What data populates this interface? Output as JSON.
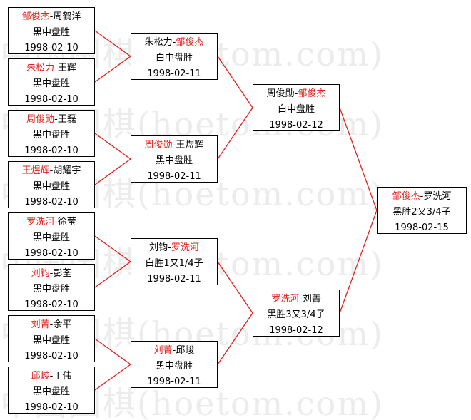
{
  "colors": {
    "winner": "#e0201c",
    "line": "#e0201c",
    "border": "#000000",
    "watermark": "#ececec"
  },
  "watermark": "中国围棋(hoetom.com)",
  "rounds": {
    "r1": [
      {
        "winner": "邹俊杰",
        "loser": "周鹤洋",
        "winner_first": true,
        "result": "黑中盘胜",
        "date": "1998-02-10"
      },
      {
        "winner": "朱松力",
        "loser": "王辉",
        "winner_first": true,
        "result": "黑中盘胜",
        "date": "1998-02-10"
      },
      {
        "winner": "周俊勋",
        "loser": "王磊",
        "winner_first": true,
        "result": "黑中盘胜",
        "date": "1998-02-10"
      },
      {
        "winner": "王煜辉",
        "loser": "胡耀宇",
        "winner_first": true,
        "result": "黑中盘胜",
        "date": "1998-02-10"
      },
      {
        "winner": "罗洗河",
        "loser": "徐莹",
        "winner_first": true,
        "result": "黑中盘胜",
        "date": "1998-02-10"
      },
      {
        "winner": "刘钧",
        "loser": "彭荃",
        "winner_first": true,
        "result": "黑中盘胜",
        "date": "1998-02-10"
      },
      {
        "winner": "刘菁",
        "loser": "余平",
        "winner_first": true,
        "result": "黑中盘胜",
        "date": "1998-02-10"
      },
      {
        "winner": "邱峻",
        "loser": "丁伟",
        "winner_first": true,
        "result": "黑中盘胜",
        "date": "1998-02-10"
      }
    ],
    "r2": [
      {
        "winner": "邹俊杰",
        "loser": "朱松力",
        "winner_first": false,
        "result": "白中盘胜",
        "date": "1998-02-11"
      },
      {
        "winner": "周俊勋",
        "loser": "王煜辉",
        "winner_first": true,
        "result": "黑中盘胜",
        "date": "1998-02-11"
      },
      {
        "winner": "罗洗河",
        "loser": "刘钧",
        "winner_first": false,
        "result": "白胜1又1/4子",
        "date": "1998-02-11"
      },
      {
        "winner": "刘菁",
        "loser": "邱峻",
        "winner_first": true,
        "result": "黑中盘胜",
        "date": "1998-02-11"
      }
    ],
    "r3": [
      {
        "winner": "邹俊杰",
        "loser": "周俊勋",
        "winner_first": false,
        "result": "白中盘胜",
        "date": "1998-02-12"
      },
      {
        "winner": "罗洗河",
        "loser": "刘菁",
        "winner_first": true,
        "result": "黑胜3又3/4子",
        "date": "1998-02-12"
      }
    ],
    "final": [
      {
        "winner": "邹俊杰",
        "loser": "罗洗河",
        "winner_first": true,
        "result": "黑胜2又3/4子",
        "date": "1998-02-15"
      }
    ]
  }
}
